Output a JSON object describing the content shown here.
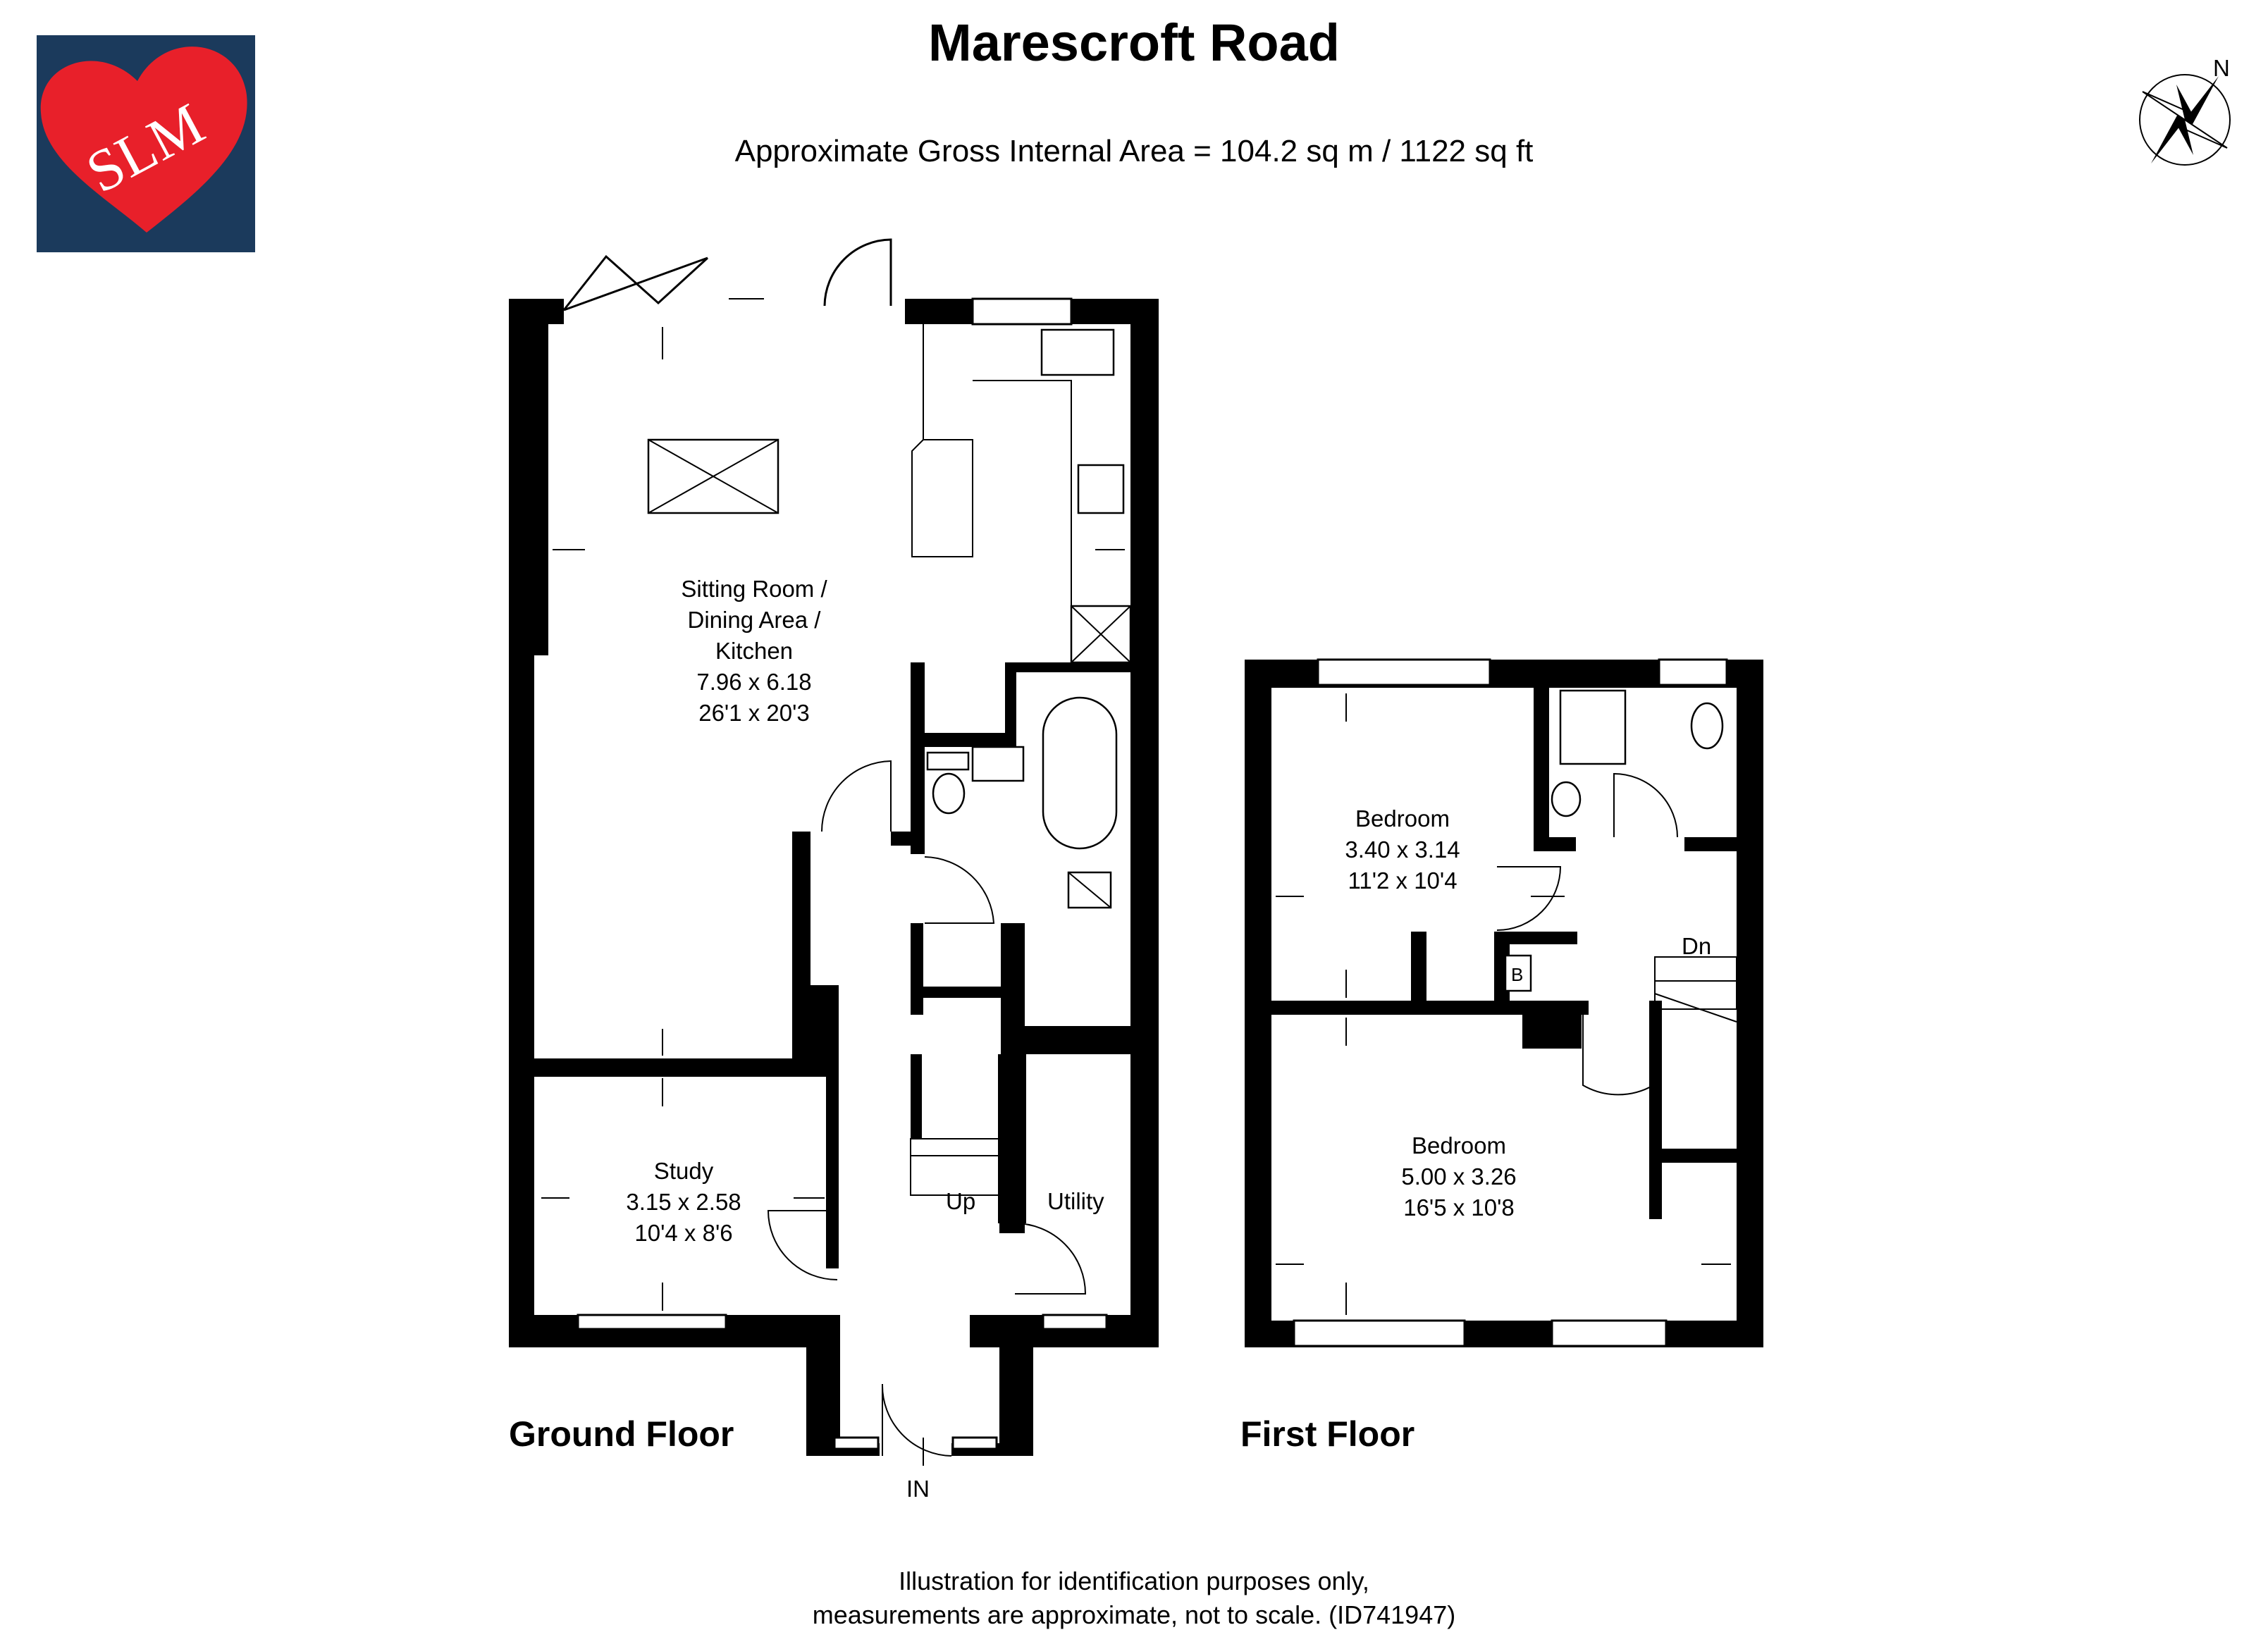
{
  "title": "Marescroft Road",
  "subtitle": "Approximate Gross Internal Area = 104.2 sq m / 1122 sq ft",
  "logo": {
    "text": "SLM",
    "background": "#1b3a5c",
    "heart_color": "#e8202a"
  },
  "compass": {
    "label": "N"
  },
  "floors": {
    "ground": {
      "label": "Ground Floor",
      "rooms": {
        "sitting": {
          "name": [
            "Sitting Room /",
            "Dining Area /",
            "Kitchen"
          ],
          "metric": "7.96 x 6.18",
          "imperial": "26'1 x 20'3"
        },
        "study": {
          "name": "Study",
          "metric": "3.15 x 2.58",
          "imperial": "10'4 x 8'6"
        },
        "utility": {
          "name": "Utility"
        }
      },
      "stairs": "Up",
      "entrance": "IN"
    },
    "first": {
      "label": "First Floor",
      "rooms": {
        "bedroom1": {
          "name": "Bedroom",
          "metric": "3.40 x 3.14",
          "imperial": "11'2 x 10'4"
        },
        "bedroom2": {
          "name": "Bedroom",
          "metric": "5.00 x 3.26",
          "imperial": "16'5 x 10'8"
        }
      },
      "stairs": "Dn",
      "boiler": "B"
    }
  },
  "footer": [
    "Illustration for identification purposes only,",
    "measurements are approximate, not to scale. (ID741947)"
  ]
}
